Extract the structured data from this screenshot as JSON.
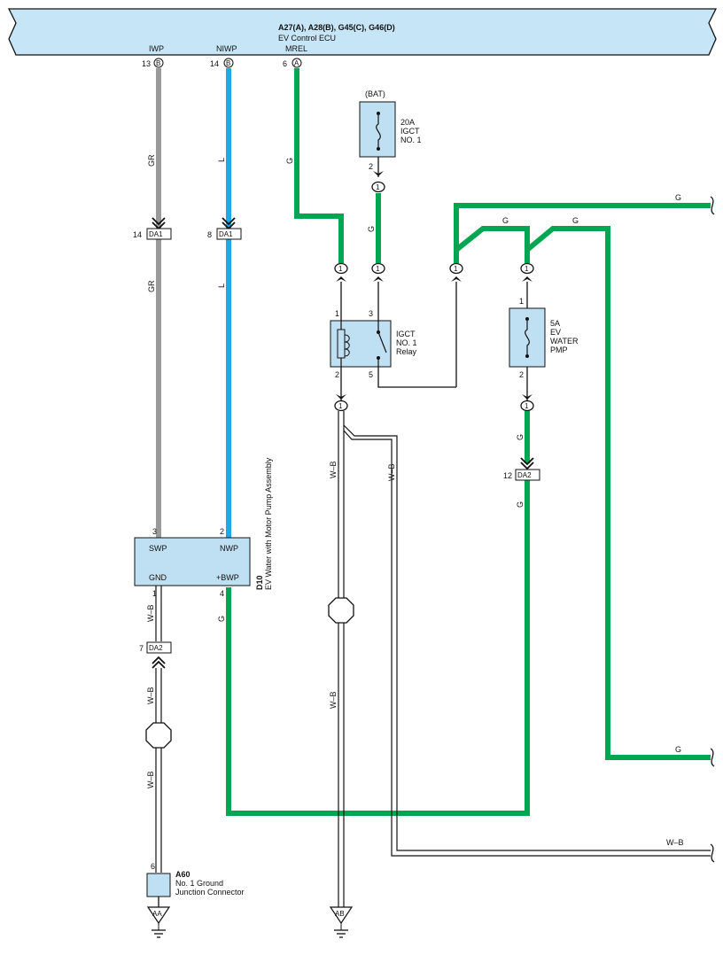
{
  "ecu": {
    "connectors": "A27(A), A28(B), G45(C), G46(D)",
    "name": "EV Control ECU",
    "pins": [
      {
        "label": "IWP",
        "num": "13",
        "conn": "B"
      },
      {
        "label": "NIWP",
        "num": "14",
        "conn": "B"
      },
      {
        "label": "MREL",
        "num": "6",
        "conn": "A"
      }
    ]
  },
  "fuse_igct": {
    "source": "(BAT)",
    "rating": "20A",
    "line1": "IGCT",
    "line2": "NO. 1",
    "pin": "2",
    "junction": "1"
  },
  "relay": {
    "line1": "IGCT",
    "line2": "NO. 1",
    "line3": "Relay",
    "pins": [
      "1",
      "3",
      "2",
      "5"
    ]
  },
  "fuse_pump": {
    "rating": "5A",
    "line1": "EV",
    "line2": "WATER",
    "line3": "PMP",
    "pins": [
      "1",
      "2"
    ]
  },
  "junction_num": "1",
  "da1": {
    "name": "DA1",
    "left_pin": "14",
    "right_pin": "8"
  },
  "da2_right": {
    "name": "DA2",
    "pin": "12"
  },
  "da2_left": {
    "name": "DA2",
    "pin": "7"
  },
  "pump": {
    "code": "D10",
    "name": "EV Water with Motor Pump Assembly",
    "terminals": [
      {
        "label": "SWP",
        "pin": "3"
      },
      {
        "label": "NWP",
        "pin": "2"
      },
      {
        "label": "GND",
        "pin": "1"
      },
      {
        "label": "+BWP",
        "pin": "4"
      }
    ]
  },
  "ground_connector": {
    "code": "A60",
    "line1": "No.  1 Ground",
    "line2": "Junction Connector",
    "pin": "6"
  },
  "grounds": [
    "AA",
    "AB"
  ],
  "wire_colors": {
    "gray": "GR",
    "blue": "L",
    "green": "G",
    "wb": "W–B"
  },
  "colors": {
    "ecu_fill": "#c6e6f7",
    "box_fill": "#bfe0f3",
    "green": "#00a651",
    "blue": "#1ba9e8",
    "gray": "#9a9a9a"
  }
}
